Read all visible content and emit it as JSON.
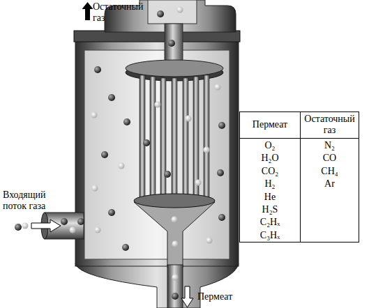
{
  "diagram": {
    "labels": [
      "Остаточный газ",
      "Пермеат",
      "Остаточный газ",
      "O₂",
      "H₂O",
      "CO₂",
      "H₂",
      "He",
      "H₂S",
      "C₂Hₓ",
      "C₃Hₓ",
      "N₂",
      "CO",
      "CH₄",
      "Ar",
      "Входящий поток газа",
      "Пермеат"
    ]
  }
}
